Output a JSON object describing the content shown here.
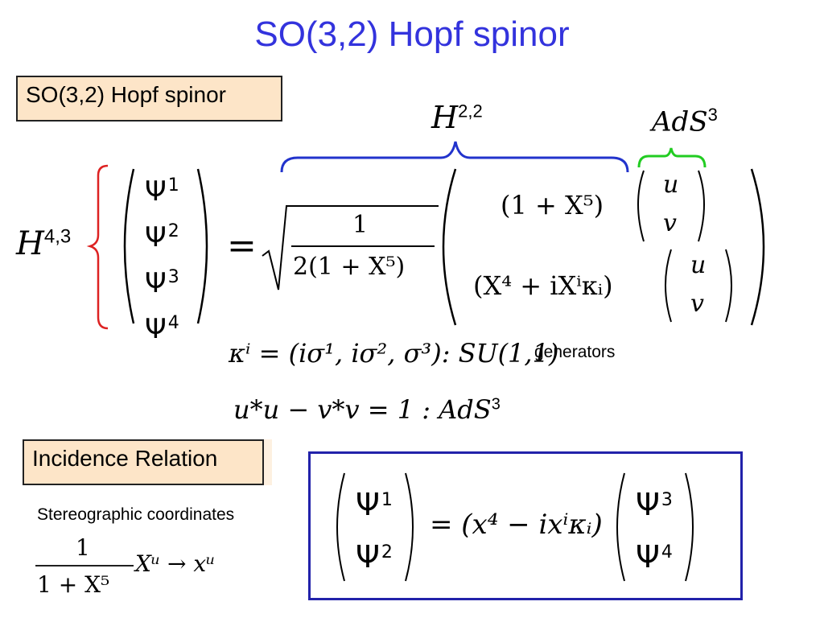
{
  "title": "SO(3,2) Hopf spinor",
  "spinor_box": {
    "label": "SO(3,2) Hopf spinor"
  },
  "incidence_box": {
    "label": "Incidence Relation"
  },
  "stereo_label": "Stereographic coordinates",
  "main_equation": {
    "lhs_space": "H",
    "lhs_space_sup": "4,3",
    "components": [
      "Ψ",
      "Ψ",
      "Ψ",
      "Ψ"
    ],
    "component_indices": [
      "1",
      "2",
      "3",
      "4"
    ],
    "brace_label_H": "H",
    "brace_label_H_sup": "2,2",
    "brace_label_AdS": "AdS",
    "brace_label_AdS_sup": "3",
    "equals": "=",
    "frac_num": "1",
    "frac_den": "2(1 + X⁵)",
    "row1_coeff": "(1 + X⁵)",
    "row2_coeff": "(X⁴ + iXⁱκᵢ)",
    "vec_top": "u",
    "vec_bottom": "v"
  },
  "kappa_line": {
    "formula": "κⁱ = (iσ¹, iσ², σ³):  SU(1,1)",
    "note": "generators"
  },
  "ads_line": {
    "formula": "u*u − v*v = 1  :  AdS",
    "sup": "3"
  },
  "stereo_formula": {
    "num": "1",
    "den": "1 + X⁵",
    "rest": "Xᵘ → xᵘ"
  },
  "incidence_equation": {
    "left": [
      "Ψ",
      "Ψ"
    ],
    "left_indices": [
      "1",
      "2"
    ],
    "middle": "= (x⁴ − ixⁱκᵢ)",
    "right": [
      "Ψ",
      "Ψ"
    ],
    "right_indices": [
      "3",
      "4"
    ]
  },
  "colors": {
    "title": "#3333dd",
    "box_fill": "#fde5c8",
    "brace_red": "#dd2222",
    "brace_blue": "#2233cc",
    "brace_green": "#22cc22",
    "frame_blue": "#2222aa"
  }
}
